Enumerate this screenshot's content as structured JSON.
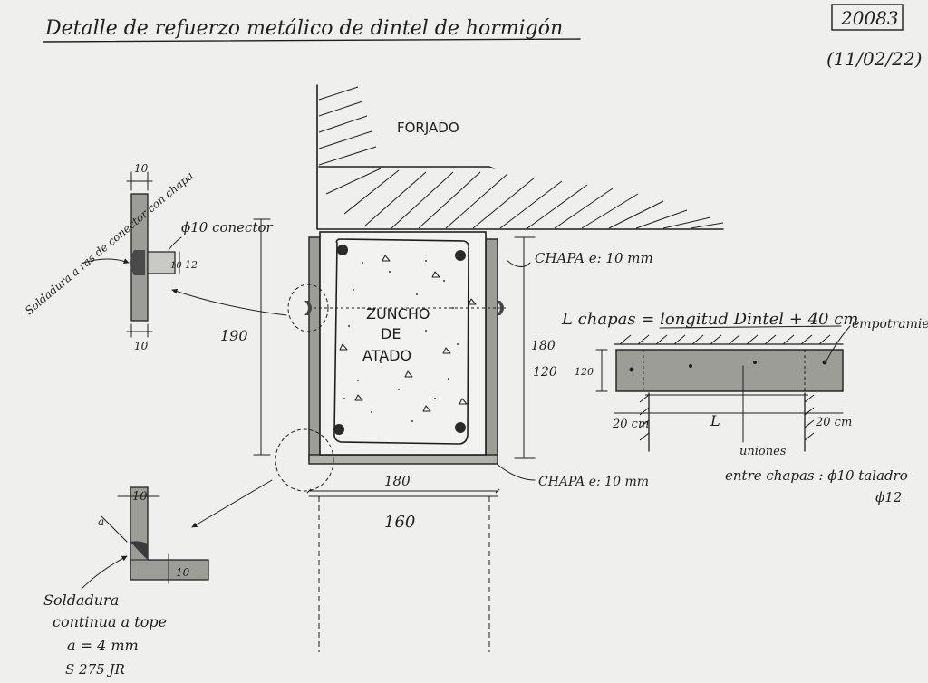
{
  "sheet": {
    "title": "Detalle de refuerzo metálico de dintel de hormigón",
    "ref_number": "20083",
    "date": "(11/02/22)",
    "colors": {
      "paper": "#efefed",
      "ink": "#1f1f1f",
      "steel": "#9d9d98",
      "concrete": "#f2f2f0"
    }
  },
  "section": {
    "forjado_label": "FORJADO",
    "zuncho_line1": "ZUNCHO",
    "zuncho_line2": "DE",
    "zuncho_line3": "ATADO",
    "plate_label_right": "CHAPA e: 10 mm",
    "plate_label_bottom": "CHAPA e: 10 mm",
    "dim_total_height": "190",
    "dim_outer_height": "180",
    "dim_inner_height": "120",
    "dim_bottom_width": "180",
    "dim_inner_width": "160"
  },
  "detail_connector": {
    "dim_top": "10",
    "dim_bottom": "10",
    "connector_label": "ϕ10 conector",
    "dim_12": "12",
    "dim_10": "10",
    "weld_note": "Soldadura a ras de conector con chapa"
  },
  "detail_corner": {
    "dim_vertical": "10",
    "dim_horizontal": "10",
    "dim_a": "a",
    "weld_line1": "Soldadura",
    "weld_line2": "continua a tope",
    "weld_line3": "a = 4 mm",
    "steel_grade": "S 275 JR"
  },
  "elevation": {
    "formula": "L chapas = longitud Dintel + 40 cm",
    "embedment_label": "empotramiento",
    "dim_height": "120",
    "dim_left": "20 cm",
    "dim_span": "L",
    "dim_right": "20 cm",
    "joints_note_line1": "uniones",
    "joints_note_line2": "entre chapas : ϕ10 taladro",
    "joints_note_line3": "ϕ12"
  }
}
